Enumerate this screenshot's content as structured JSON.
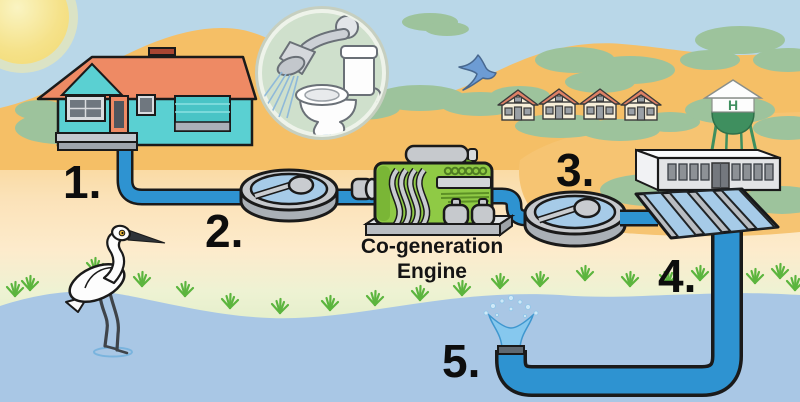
{
  "title": "Wastewater recycling and co-generation process diagram",
  "steps": {
    "s1": "1.",
    "s2": "2.",
    "s3": "3.",
    "s4": "4.",
    "s5": "5."
  },
  "engine": {
    "caption_line1": "Co-generation",
    "caption_line2": "Engine"
  },
  "water_tower": {
    "letter": "H"
  },
  "scene_elements": [
    "sun",
    "sand-hills",
    "shrubs",
    "house",
    "shower-and-toilet-inset",
    "sewer-pipe",
    "clarifier-tank-1",
    "co-generation-engine",
    "clarifier-tank-2",
    "neighborhood-houses",
    "water-tower",
    "treatment-building",
    "filter-bed",
    "discharge-pipe",
    "outfall-fountain",
    "egret",
    "bird",
    "river"
  ],
  "colors": {
    "sky": "#b9d7e8",
    "sun": "#f5e284",
    "dune": "#f5bf66",
    "shrub": "#9dc39c",
    "water": "#a9c7e5",
    "grass": "#5cb53e",
    "pipe_blue": "#2e93d1",
    "pipe_outline": "#1a1a1a",
    "house_wall": "#5ad0d2",
    "house_roof": "#ee8a64",
    "engine_green": "#8fca45",
    "machine_gray": "#c6c9cd",
    "label": "#0d0d0d",
    "fountain": "#86c8ee",
    "tower_green": "#3f8f5f"
  }
}
